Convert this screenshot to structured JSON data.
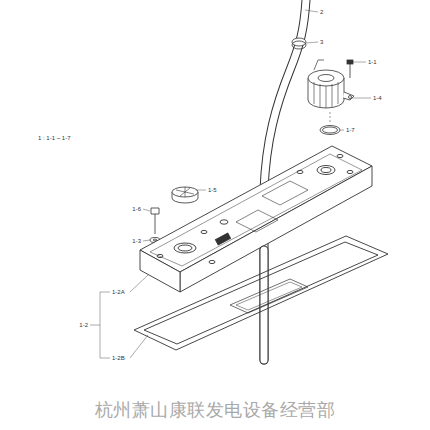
{
  "diagram": {
    "labels": [
      "2",
      "3",
      "1-1",
      "1-4",
      "1-7",
      "1 : 1-1 ~ 1-7",
      "1-5",
      "1-6",
      "1-3",
      "1-2A",
      "1-2",
      "1-2B",
      "杭州萧山康联发电设备经营部"
    ]
  }
}
